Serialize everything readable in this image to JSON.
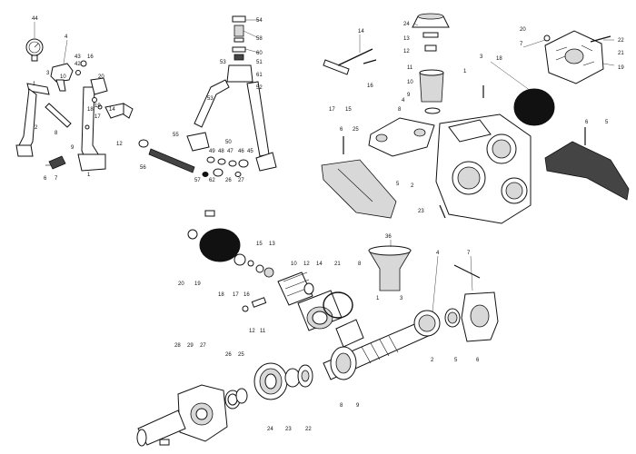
{
  "callouts": {
    "tl_44": "44",
    "tl_4": "4",
    "tl_3": "3",
    "tl_10": "10",
    "tl_43": "43",
    "tl_42": "42",
    "tl_16": "16",
    "tl_20": "20",
    "tl_1": "1",
    "tl_18": "18",
    "tl_19": "19",
    "tl_17": "17",
    "tl_2": "2",
    "tl_8": "8",
    "tl_9": "9",
    "tl_12": "12",
    "tl_14": "14",
    "tl_6": "6",
    "tl_7": "7",
    "tm_54": "54",
    "tm_58": "58",
    "tm_60": "60",
    "tm_51": "51",
    "tm_61": "61",
    "tm_53": "53",
    "tm_52": "52",
    "tm_50": "50",
    "tm_55": "55",
    "tm_49": "49",
    "tm_48": "48",
    "tm_47": "47",
    "tm_46": "46",
    "tm_45": "45",
    "tm_56": "56",
    "tm_57": "57",
    "tm_62": "62",
    "tm_26": "26",
    "tm_27": "27",
    "tr_14": "14",
    "tr_24": "24",
    "tr_13": "13",
    "tr_12": "12",
    "tr_11": "11",
    "tr_10": "10",
    "tr_16": "16",
    "tr_17": "17",
    "tr_15": "15",
    "tr_9": "9",
    "tr_3": "3",
    "tr_1": "1",
    "tr_18": "18",
    "tr_20": "20",
    "tr_7": "7",
    "tr_22": "22",
    "tr_21": "21",
    "tr_19": "19",
    "tr_6": "6",
    "tr_5": "5",
    "tr_5b": "5",
    "tr_8": "8",
    "tr_4": "4",
    "tr_25": "25",
    "tr_6b": "6",
    "tr_2": "2",
    "tr_23": "23",
    "bm_36": "36",
    "bm_15": "15",
    "bm_13": "13",
    "bm_10": "10",
    "bm_12": "12",
    "bm_14": "14",
    "bm_21": "21",
    "bm_8": "8",
    "bm_4": "4",
    "bm_7": "7",
    "bm_20": "20",
    "bm_19": "19",
    "bm_18": "18",
    "bm_17": "17",
    "bm_16": "16",
    "bm_1": "1",
    "bm_3": "3",
    "bm_12b": "12",
    "bm_11": "11",
    "bm_2": "2",
    "bm_5": "5",
    "bm_6": "6",
    "bm_28": "28",
    "bm_29": "29",
    "bm_27": "27",
    "bm_26": "26",
    "bm_25": "25",
    "bm_8b": "8",
    "bm_9": "9",
    "bm_24": "24",
    "bm_23": "23",
    "bm_22": "22"
  }
}
